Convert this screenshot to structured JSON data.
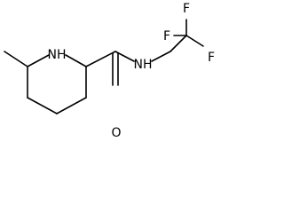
{
  "molecule": {
    "atoms": {
      "ring_n": "NH",
      "amide_n": "NH",
      "carbonyl_o": "O",
      "fluorine_1": "F",
      "fluorine_2": "F",
      "fluorine_3": "F"
    }
  }
}
